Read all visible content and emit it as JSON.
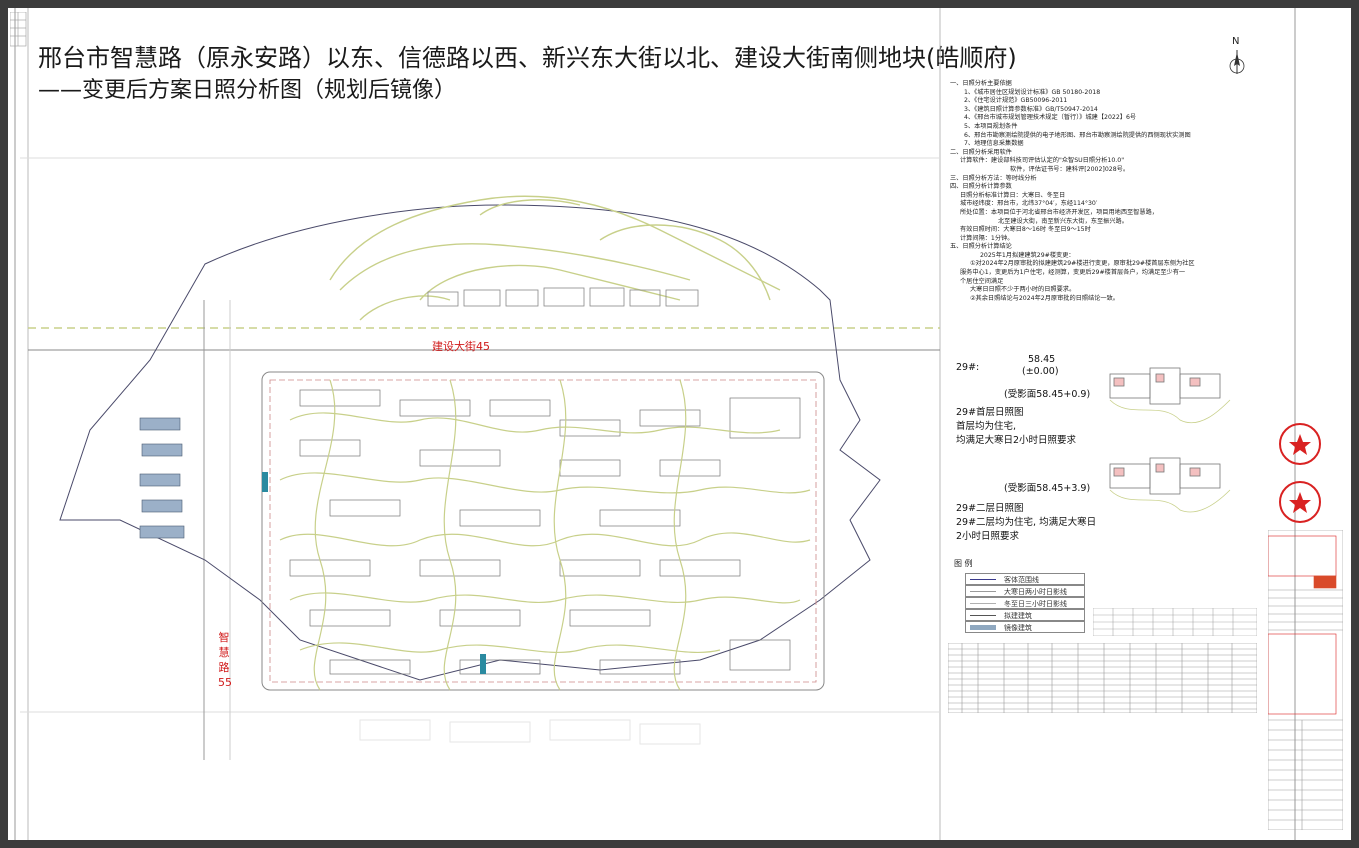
{
  "title": {
    "line1": "邢台市智慧路（原永安路）以东、信德路以西、新兴东大街以北、建设大街南侧地块(皓顺府)",
    "line2": "——变更后方案日照分析图（规划后镜像）"
  },
  "north_label": "N",
  "roads": {
    "north": "建设大街45",
    "west": "智慧路55"
  },
  "notes": [
    "一、日照分析主要依据",
    "1、《城市居住区规划设计标准》GB 50180-2018",
    "2、《住宅设计规范》GB50096-2011",
    "3、《建筑日照计算参数标准》GB/T50947-2014",
    "4、《邢台市城市规划管理技术规定（暂行）》城建【2022】6号",
    "5、本项目规划条件",
    "6、邢台市勘察测绘院提供的电子地形图、邢台市勘察测绘院提供的西侧现状实测图",
    "7、地理信息采集数据",
    "二、日照分析采用软件",
    "计算软件：建设部科技司评估认定的\"众智SU日照分析10.0\"",
    "软件，评估证书号：建科评[2002]028号。",
    "三、日照分析方法：等时线分析",
    "四、日照分析计算参数",
    "日照分析标准计算日：大寒日、冬至日",
    "城市经纬度：邢台市，北纬37°04′，东经114°30′",
    "所处位置：本项目位于河北省邢台市经济开发区，项目用地西至智慧路，",
    "北至建设大街，南至新兴东大街，东至振兴路。",
    "有效日照时间：大寒日8～16时  冬至日9～15时",
    "计算间隔：1分钟。",
    "五、日照分析计算结论",
    "2025年1月拟建建筑29#楼变更：",
    "①对2024年2月原审批的拟建建筑29#楼进行变更，原审批29#楼首层东侧为社区",
    "服务中心1，变更后为1户住宅，经测算，变更后29#楼首层各户，均满足至少有一",
    "个居住空间满足",
    "大寒日日照不少于两小时的日照要求。",
    "②其余日照结论与2024年2月原审批的日照结论一致。"
  ],
  "building29": {
    "label": "29#:",
    "elev": "58.45",
    "elev_sub": "(±0.00)",
    "floor1_surface": "(受影面58.45+0.9)",
    "floor1_title": "29#首层日照图",
    "floor1_line1": "首层均为住宅,",
    "floor1_line2": "均满足大寒日2小时日照要求",
    "floor2_surface": "(受影面58.45+3.9)",
    "floor2_title": "29#二层日照图",
    "floor2_line1": "29#二层均为住宅, 均满足大寒日",
    "floor2_line2": "2小时日照要求"
  },
  "legend": {
    "title": "图    例",
    "items": [
      {
        "label": "客体范围线",
        "color": "#3a3a8c"
      },
      {
        "label": "大寒日两小时日影线",
        "color": "#9a9a9a"
      },
      {
        "label": "冬至日三小时日影线",
        "color": "#b0b0b0"
      },
      {
        "label": "拟建建筑",
        "color": "#555555"
      },
      {
        "label": "镜像建筑",
        "color": "#8fa8c0"
      }
    ]
  },
  "colors": {
    "red": "#d01a1a",
    "shadow": "#c8d08a",
    "envelope": "#4a4a6a"
  }
}
